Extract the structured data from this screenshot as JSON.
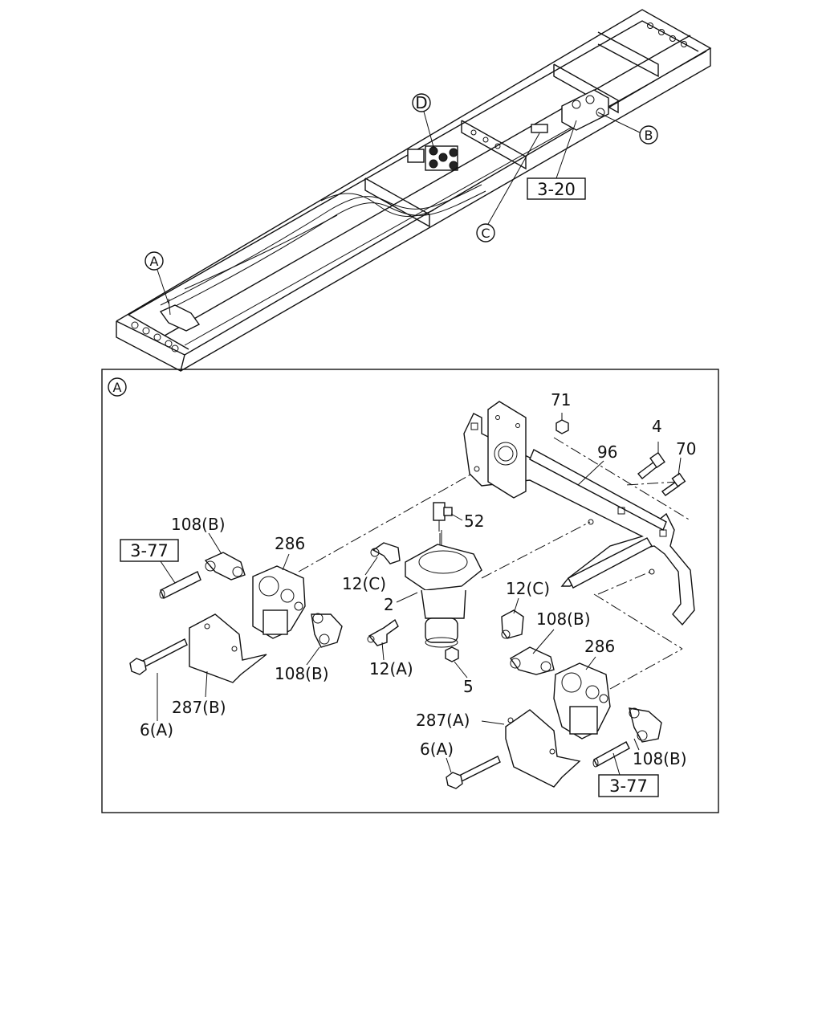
{
  "overview": {
    "callouts": [
      "A",
      "B",
      "C",
      "D"
    ],
    "ref_3_20": "3-20"
  },
  "detail": {
    "panel_letter": "A",
    "refs": {
      "ref_3_77_left": "3-77",
      "ref_3_77_right": "3-77"
    },
    "labels": {
      "p71": "71",
      "p4": "4",
      "p96": "96",
      "p70": "70",
      "p52": "52",
      "p108b_top_left": "108(B)",
      "p286_left": "286",
      "p12c_left": "12(C)",
      "p12c_right": "12(C)",
      "p2": "2",
      "p108b_mid_right": "108(B)",
      "p286_right": "286",
      "p108b_left_lower": "108(B)",
      "p12a": "12(A)",
      "p5": "5",
      "p287b": "287(B)",
      "p6a_left": "6(A)",
      "p287a": "287(A)",
      "p6a_right": "6(A)",
      "p108b_right_lower": "108(B)"
    }
  }
}
